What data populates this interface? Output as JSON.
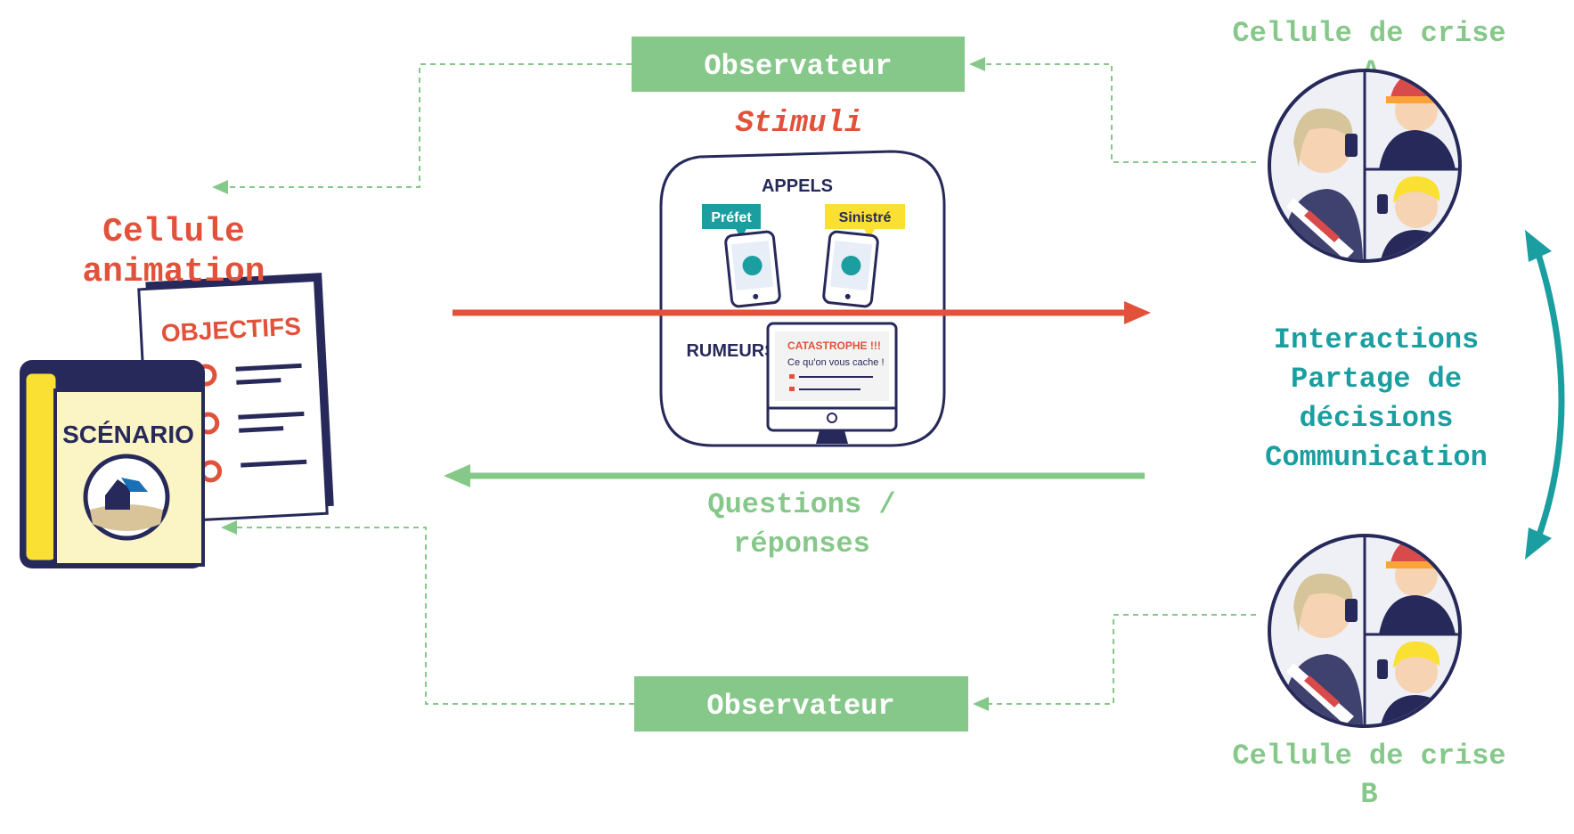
{
  "observer_top": "Observateur",
  "observer_bottom": "Observateur",
  "stimuli": "Stimuli",
  "cellule_animation": [
    "Cellule",
    "animation"
  ],
  "objectifs": "OBJECTIFS",
  "scenario": "SCÉNARIO",
  "appels": "APPELS",
  "prefet": "Préfet",
  "sinistre": "Sinistré",
  "rumeurs": "RUMEURS",
  "catastrophe": "CATASTROPHE !!!",
  "cache": "Ce qu'on vous cache !",
  "questions": [
    "Questions /",
    "réponses"
  ],
  "crise_a": [
    "Cellule de crise",
    "A"
  ],
  "crise_b": [
    "Cellule de crise",
    "B"
  ],
  "interactions": [
    "Interactions",
    "Partage de",
    "décisions",
    "Communication"
  ],
  "colors": {
    "red": "#e2513a",
    "green": "#86c88a",
    "teal": "#1a9ea0",
    "navy": "#27295a",
    "yellow": "#f9e033",
    "light_yellow": "#fbf4c4",
    "observer_box": "#86c88a"
  },
  "icons": [
    "phone-icon",
    "monitor-icon",
    "book-icon",
    "checklist-icon",
    "crisis-team-illustration"
  ]
}
